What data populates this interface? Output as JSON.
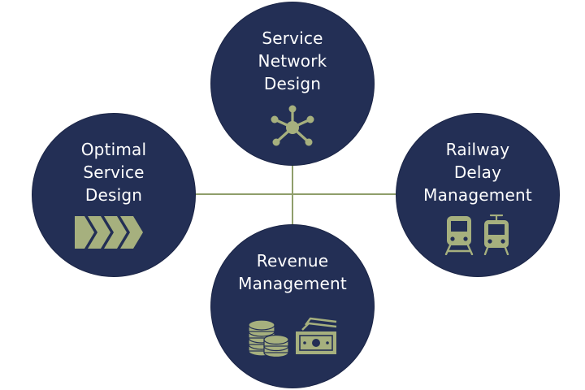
{
  "colors": {
    "circle_fill": "#232f55",
    "accent": "#a6b07e",
    "connector": "#8f9e6b",
    "text": "#ffffff"
  },
  "nodes": {
    "service_network_design": {
      "label": "Service\nNetwork\nDesign",
      "icon": "network-hub-icon"
    },
    "optimal_service_design": {
      "label": "Optimal\nService\nDesign",
      "icon": "chevron-arrows-icon"
    },
    "railway_delay_management": {
      "label": "Railway\nDelay\nManagement",
      "icon": "train-tram-icon"
    },
    "revenue_management": {
      "label": "Revenue\nManagement",
      "icon": "coins-banknote-icon"
    }
  }
}
